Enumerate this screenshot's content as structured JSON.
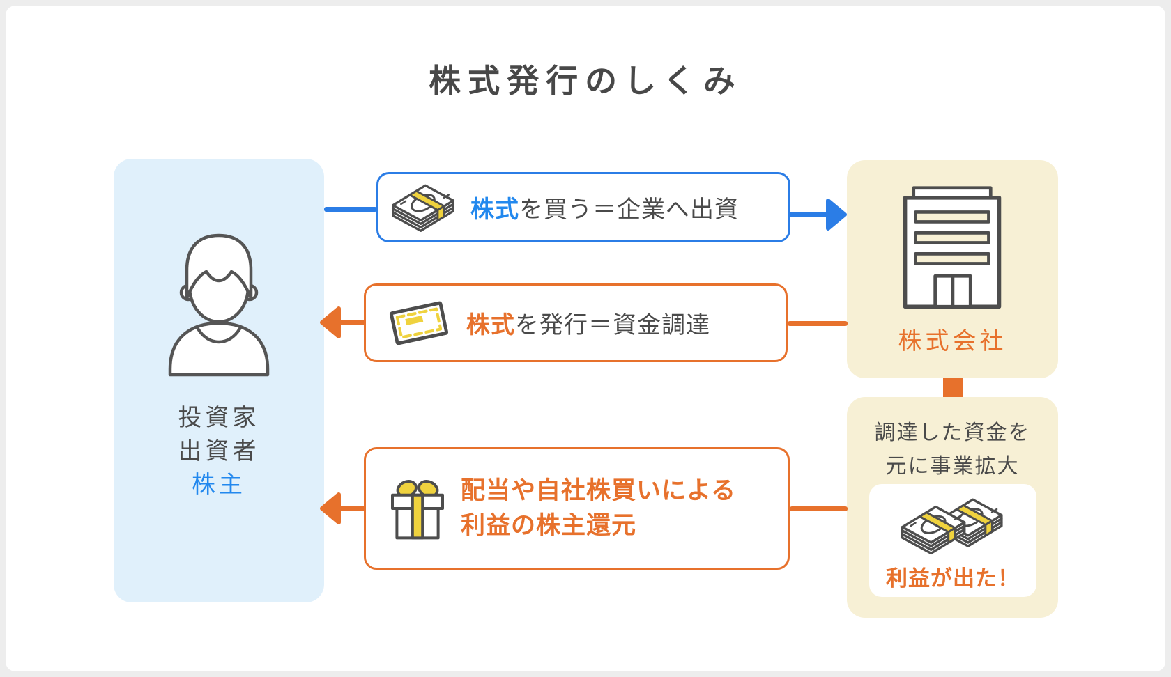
{
  "title": "株式発行のしくみ",
  "investor_panel": {
    "icon": "person-icon",
    "labels": [
      {
        "text": "投資家"
      },
      {
        "text": "出資者"
      },
      {
        "text": "株主"
      }
    ]
  },
  "company_panel": {
    "icon": "building-icon",
    "label": "株式会社"
  },
  "flows": {
    "buy": {
      "icon": "money-stack-icon",
      "highlight": "株式",
      "rest": "を買う＝企業へ出資"
    },
    "issue": {
      "icon": "stock-certificate-icon",
      "highlight": "株式",
      "rest": "を発行＝資金調達"
    },
    "shareholder_return": {
      "icon": "gift-icon",
      "line1": "配当や自社株買いによる",
      "line2": "利益の株主還元"
    }
  },
  "expansion_panel": {
    "line1": "調達した資金を",
    "line2": "元に事業拡大",
    "profit": {
      "icon": "profit-money-icon",
      "label": "利益が出た！"
    }
  },
  "colors": {
    "blue_accent": "#2b7de6",
    "blue_text": "#2288ee",
    "orange_accent": "#e7712c",
    "dark_text": "#4a4a4a",
    "investor_bg": "#e0f0fb",
    "company_bg": "#f7f0d5",
    "icon_yellow": "#efd23e",
    "page_bg": "#ededed",
    "card_bg": "#ffffff"
  }
}
